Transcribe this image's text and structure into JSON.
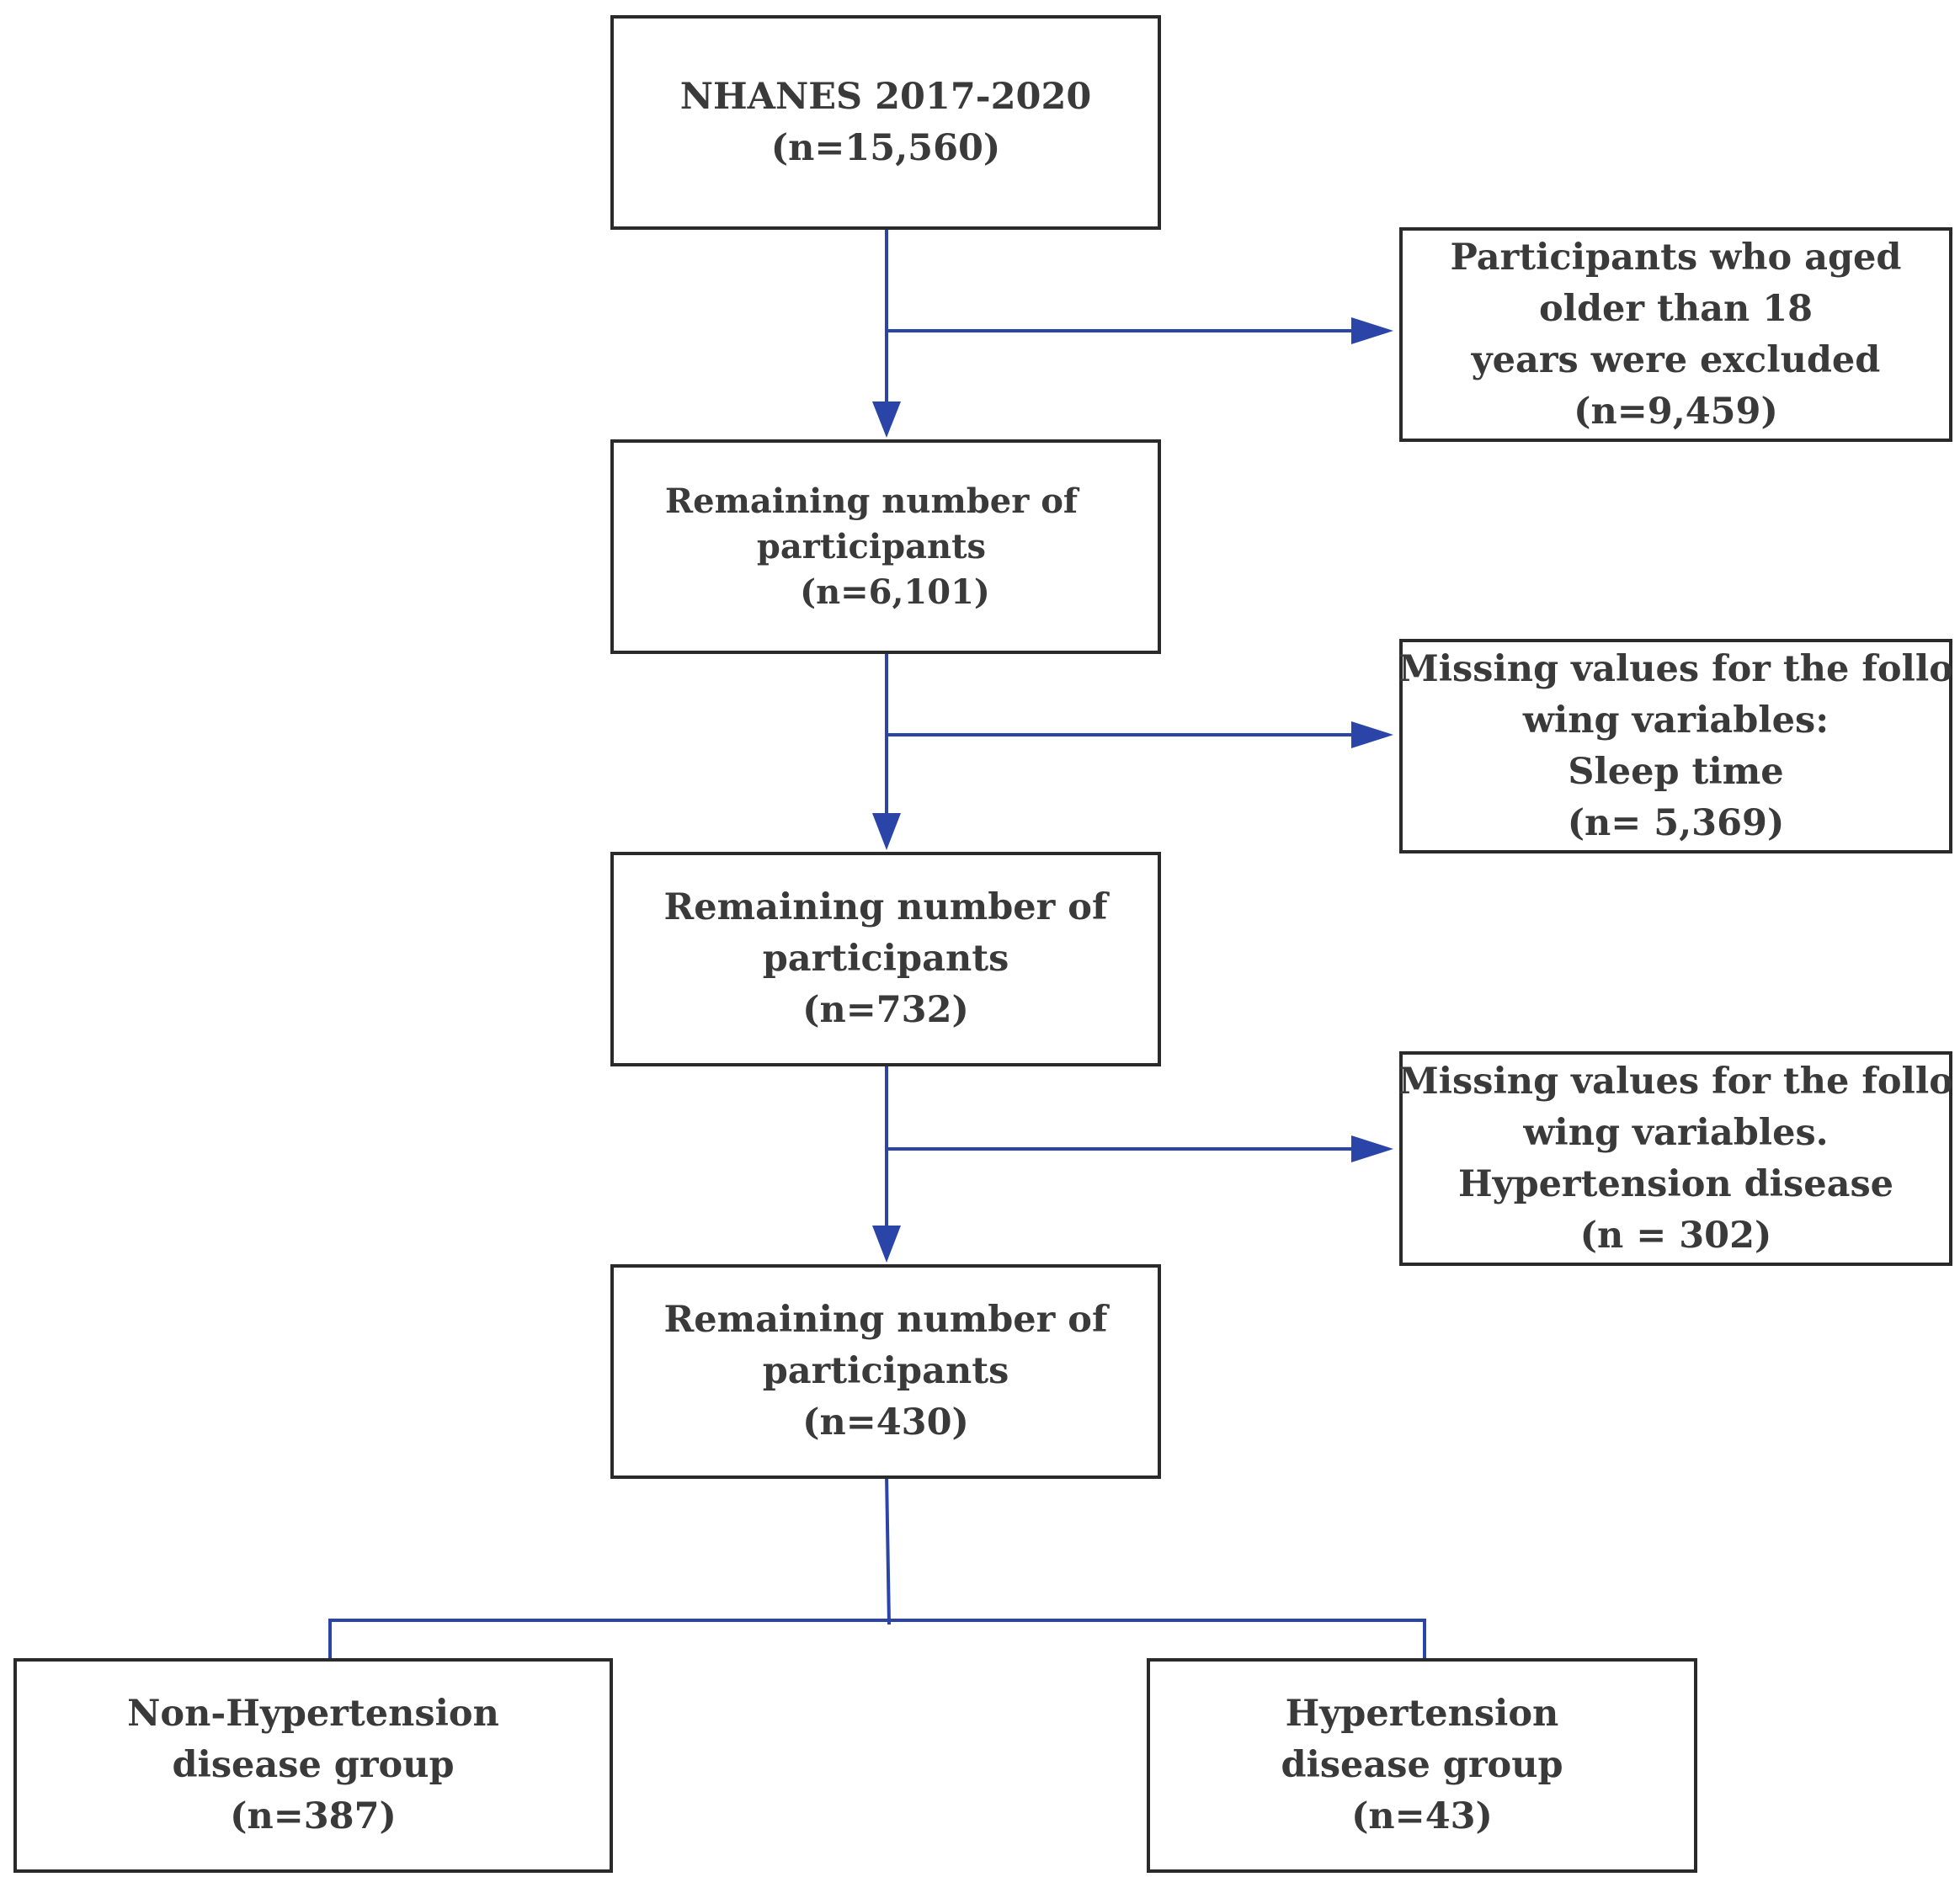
{
  "colors": {
    "connector": "#2a44a8",
    "box_border": "#2a2a2a",
    "text": "#3a3a3a"
  },
  "boxes": {
    "start": {
      "lines": [
        "NHANES 2017-2020",
        "(n=15,560)"
      ]
    },
    "exclude_age": {
      "lines": [
        "Participants who aged",
        "older than 18",
        "years were excluded",
        "(n=9,459)"
      ]
    },
    "remaining_1": {
      "lines": [
        "Remaining number of",
        "participants",
        "(n=6,101)"
      ]
    },
    "exclude_sleep": {
      "lines": [
        "Missing values for the follo",
        "wing variables:",
        "Sleep time",
        "(n= 5,369)"
      ]
    },
    "remaining_2": {
      "lines": [
        "Remaining number of",
        "participants",
        "(n=732)"
      ]
    },
    "exclude_hypertension": {
      "lines": [
        "Missing values for the follo",
        "wing variables.",
        "Hypertension disease",
        "(n = 302)"
      ]
    },
    "remaining_3": {
      "lines": [
        "Remaining number of",
        "participants",
        "(n=430)"
      ]
    },
    "non_hypertension_group": {
      "lines": [
        "Non-Hypertension",
        "disease group",
        "(n=387)"
      ]
    },
    "hypertension_group": {
      "lines": [
        "Hypertension",
        "disease group",
        "(n=43)"
      ]
    }
  }
}
